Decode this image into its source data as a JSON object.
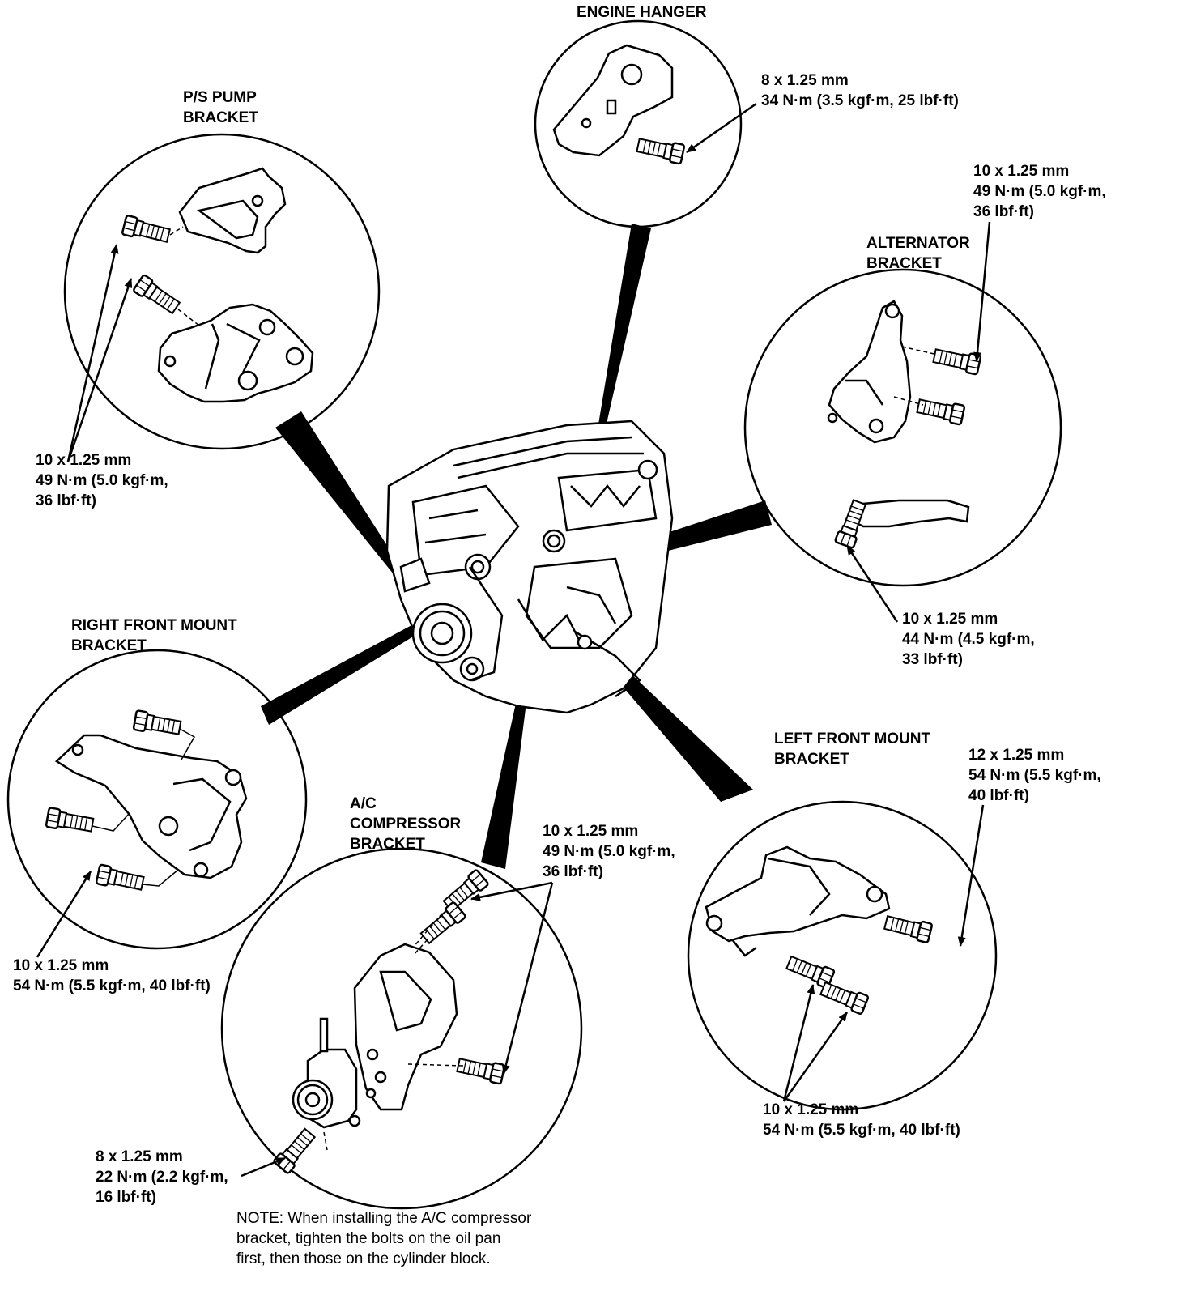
{
  "labels": {
    "engine_hanger": {
      "title": [
        "ENGINE HANGER"
      ],
      "spec": [
        "8 x 1.25 mm",
        "34 N·m (3.5 kgf·m, 25 lbf·ft)"
      ]
    },
    "ps_pump_bracket": {
      "title": [
        "P/S PUMP",
        "BRACKET"
      ],
      "spec": [
        "10 x 1.25 mm",
        "49 N·m (5.0 kgf·m,",
        "36 lbf·ft)"
      ]
    },
    "alternator_bracket": {
      "title": [
        "ALTERNATOR",
        "BRACKET"
      ],
      "spec_upper": [
        "10 x 1.25 mm",
        "49 N·m (5.0 kgf·m,",
        "36 lbf·ft)"
      ],
      "spec_lower": [
        "10 x 1.25 mm",
        "44 N·m (4.5 kgf·m,",
        "33 lbf·ft)"
      ]
    },
    "right_front_mount_bracket": {
      "title": [
        "RIGHT FRONT MOUNT",
        "BRACKET"
      ],
      "spec": [
        "10 x 1.25 mm",
        "54 N·m (5.5 kgf·m, 40 lbf·ft)"
      ]
    },
    "ac_compressor_bracket": {
      "title": [
        "A/C",
        "COMPRESSOR",
        "BRACKET"
      ],
      "spec_upper": [
        "10 x 1.25 mm",
        "49 N·m (5.0 kgf·m,",
        "36 lbf·ft)"
      ],
      "spec_lower": [
        "8 x 1.25 mm",
        "22 N·m (2.2 kgf·m,",
        "16 lbf·ft)"
      ]
    },
    "left_front_mount_bracket": {
      "title": [
        "LEFT FRONT MOUNT",
        "BRACKET"
      ],
      "spec_upper": [
        "12 x 1.25 mm",
        "54 N·m (5.5 kgf·m,",
        "40 lbf·ft)"
      ],
      "spec_lower": [
        "10 x 1.25 mm",
        "54 N·m (5.5 kgf·m, 40 lbf·ft)"
      ]
    }
  },
  "note": [
    "NOTE:  When installing the A/C compressor",
    "bracket, tighten the bolts on the oil pan",
    "first, then those on the cylinder block."
  ]
}
